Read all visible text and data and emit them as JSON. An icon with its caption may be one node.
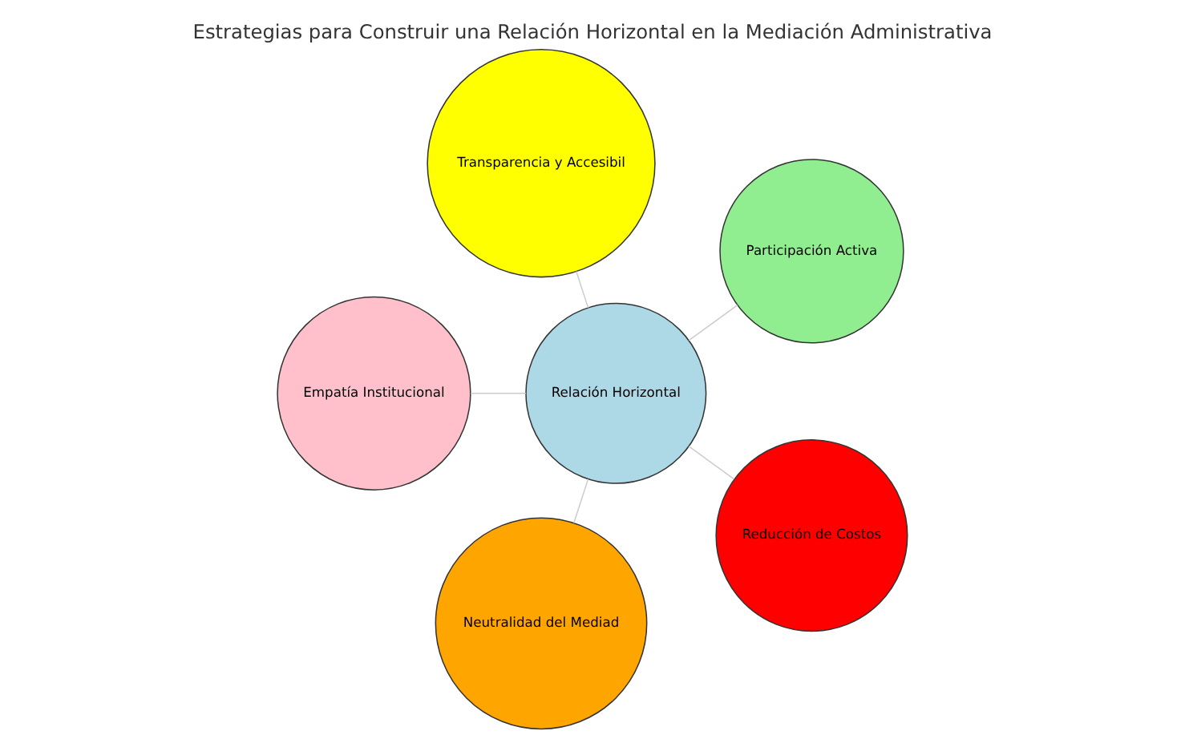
{
  "diagram": {
    "title": "Estrategias para Construir una Relación Horizontal en la Mediación Administrativa",
    "nodes": [
      {
        "text": [
          "Participación Activa"
        ]
      },
      {
        "text": [
          "Transparencia y Accesibil"
        ]
      },
      {
        "text": [
          "Relación Horizontal"
        ]
      },
      {
        "text": [
          "Empatía Institucional"
        ]
      },
      {
        "text": [
          "Neutralidad del Mediad"
        ]
      },
      {
        "text": [
          "Reducción de Costos"
        ]
      }
    ],
    "edges": [
      {
        "from": 2,
        "to": 0,
        "arrow": "none"
      },
      {
        "from": 2,
        "to": 1,
        "arrow": "none"
      },
      {
        "from": 2,
        "to": 3,
        "arrow": "none"
      },
      {
        "from": 2,
        "to": 5,
        "arrow": "none"
      },
      {
        "from": 2,
        "to": 4,
        "arrow": "none"
      }
    ]
  }
}
